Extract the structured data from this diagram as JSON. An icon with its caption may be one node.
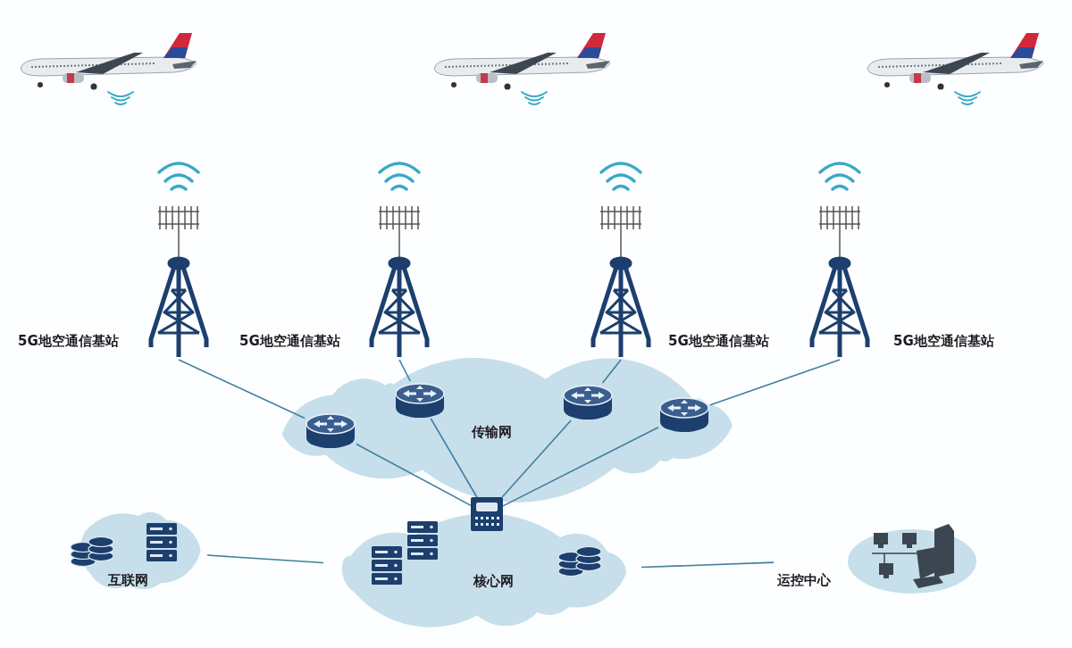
{
  "diagram": {
    "nodes": [
      {
        "text": [
          "5G地空通信基站"
        ]
      },
      {
        "text": [
          "5G地空通信基站"
        ]
      },
      {
        "text": [
          "5G地空通信基站"
        ]
      },
      {
        "text": [
          "5G地空通信基站"
        ]
      },
      {
        "text": [
          "传输网"
        ]
      },
      {
        "text": [],
        "shape": "cylinder",
        "in": 4
      },
      {
        "text": [],
        "shape": "cylinder",
        "in": 4
      },
      {
        "text": [],
        "shape": "cylinder",
        "in": 4
      },
      {
        "text": [],
        "shape": "cylinder",
        "in": 4
      },
      {
        "text": [],
        "shape": "box"
      },
      {
        "text": [
          "互联网"
        ]
      },
      {
        "text": [
          "核心网"
        ]
      },
      {
        "text": [
          "运控中心"
        ]
      }
    ],
    "edges": [
      {
        "from": 0,
        "to": 5,
        "arrow": "none"
      },
      {
        "from": 1,
        "to": 6,
        "arrow": "none"
      },
      {
        "from": 2,
        "to": 7,
        "arrow": "none"
      },
      {
        "from": 3,
        "to": 8,
        "arrow": "none"
      },
      {
        "from": 5,
        "to": 9,
        "arrow": "none"
      },
      {
        "from": 6,
        "to": 9,
        "arrow": "none"
      },
      {
        "from": 7,
        "to": 9,
        "arrow": "none"
      },
      {
        "from": 8,
        "to": 9,
        "arrow": "none"
      },
      {
        "from": 10,
        "to": 11,
        "arrow": "none"
      },
      {
        "from": 11,
        "to": 12,
        "arrow": "none"
      }
    ]
  }
}
